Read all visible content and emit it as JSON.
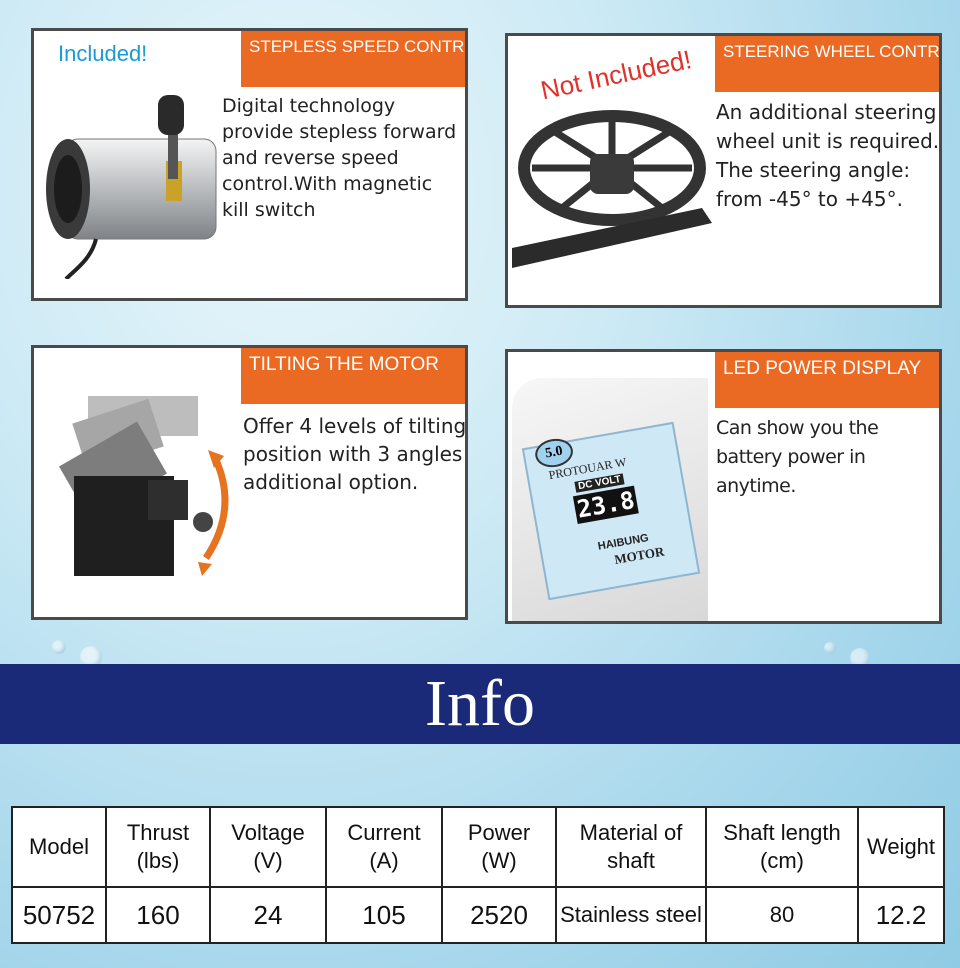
{
  "cards": {
    "speed": {
      "tag": "Included!",
      "title": "STEPLESS SPEED CONTROLLER",
      "desc": "Digital technology provide stepless forward and reverse speed control.With magnetic kill switch"
    },
    "steering": {
      "tag": "Not Included!",
      "title": "STEERING WHEEL CONTROL",
      "desc": "An additional steering wheel unit is required. The steering angle: from -45° to +45°."
    },
    "tilt": {
      "title": "TILTING THE MOTOR",
      "desc": "Offer 4 levels of tilting position with 3 angles additional option."
    },
    "led": {
      "title": "LED POWER DISPLAY",
      "desc": "Can show you the battery power in anytime.",
      "display": {
        "model": "5.0",
        "brand": "PROTOUAR W",
        "label": "DC VOLT",
        "reading": "23.8",
        "logo": "HAIBUNG",
        "motor": "MOTOR"
      }
    }
  },
  "info": {
    "heading": "Info"
  },
  "spec_table": {
    "headers": [
      [
        "Model",
        ""
      ],
      [
        "Thrust",
        "(lbs)"
      ],
      [
        "Voltage",
        "(V)"
      ],
      [
        "Current",
        "(A)"
      ],
      [
        "Power",
        "(W)"
      ],
      [
        "Material of",
        "shaft"
      ],
      [
        "Shaft length",
        "(cm)"
      ],
      [
        "Weight",
        ""
      ]
    ],
    "row": [
      "50752",
      "160",
      "24",
      "105",
      "2520",
      "Stainless steel",
      "80",
      "12.2"
    ]
  },
  "colors": {
    "accent": "#ea6a23",
    "banner": "#1b2a78",
    "included": "#1a9ad6",
    "not_included": "#e0312b"
  }
}
